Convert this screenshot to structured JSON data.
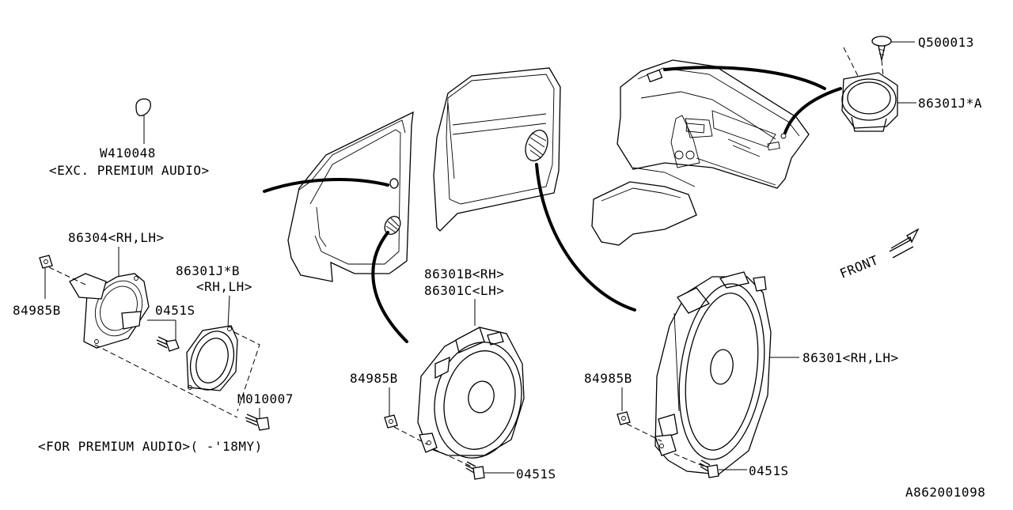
{
  "labels": {
    "w410048": "W410048",
    "exc_premium": "<EXC. PREMIUM AUDIO>",
    "p86304": "86304<RH,LH>",
    "p84985b_left": "84985B",
    "p0451s_left": "0451S",
    "p86301jb": "86301J*B",
    "p86301jb_side": "<RH,LH>",
    "m010007": "M010007",
    "for_premium": "<FOR PREMIUM AUDIO>( -'18MY)",
    "p86301b": "86301B<RH>",
    "p86301c": "86301C<LH>",
    "p84985b_mid": "84985B",
    "p0451s_mid": "0451S",
    "p84985b_right": "84985B",
    "p86301": "86301<RH,LH>",
    "p0451s_right": "0451S",
    "q500013": "Q500013",
    "p86301ja": "86301J*A",
    "front": "FRONT",
    "diagram_code": "A862001098"
  }
}
